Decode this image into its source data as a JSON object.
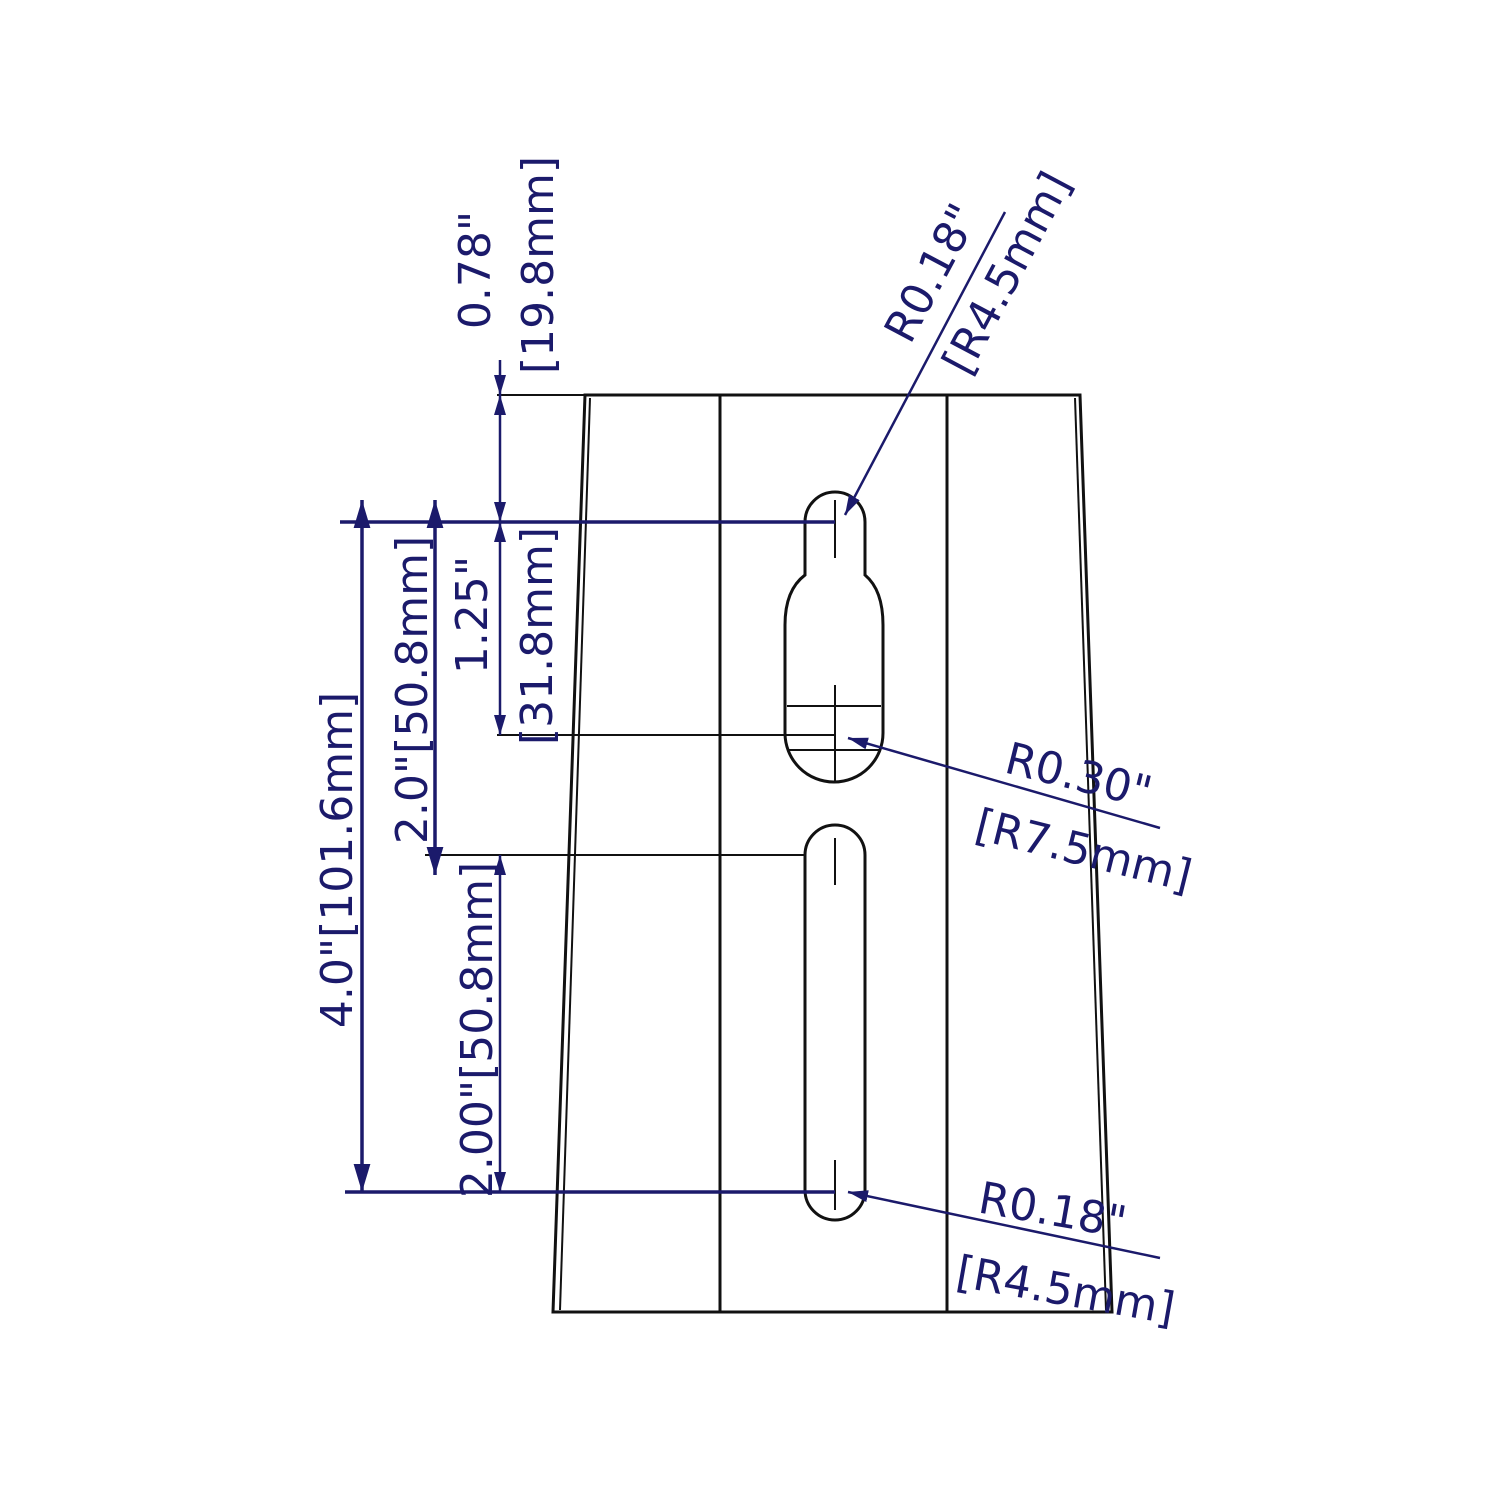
{
  "drawing": {
    "ink_color": "#1b1a6b",
    "dimensions": {
      "top_offset_in": "0.78\"",
      "top_offset_mm": "[19.8mm]",
      "keyhole_span_in": "1.25\"",
      "keyhole_span_mm": "[31.8mm]",
      "hole_spacing": "2.0\"[50.8mm]",
      "total_spacing": "4.0\"[101.6mm]",
      "slot_length": "2.00\"[50.8mm]"
    },
    "radii": {
      "keyhole_top_in": "R0.18\"",
      "keyhole_top_mm": "[R4.5mm]",
      "keyhole_bottom_in": "R0.30\"",
      "keyhole_bottom_mm": "[R7.5mm]",
      "slot_bottom_in": "R0.18\"",
      "slot_bottom_mm": "[R4.5mm]"
    }
  }
}
